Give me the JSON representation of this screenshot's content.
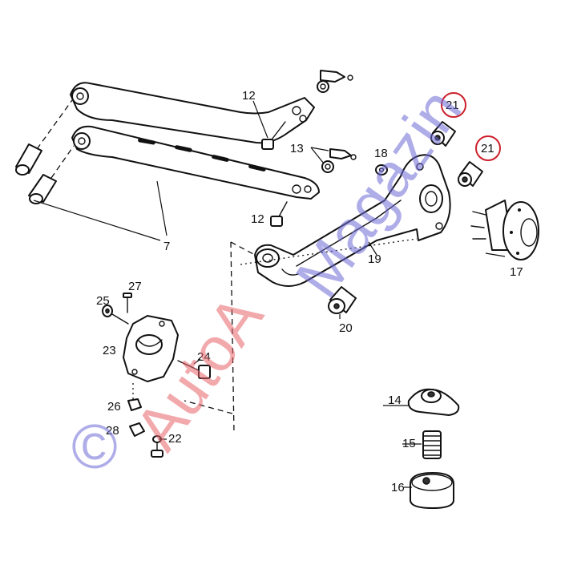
{
  "labels": {
    "l7": "7",
    "l12a": "12",
    "l12b": "12",
    "l13": "13",
    "l14": "14",
    "l15": "15",
    "l16": "16",
    "l17": "17",
    "l18": "18",
    "l19": "19",
    "l20": "20",
    "l21a": "21",
    "l21b": "21",
    "l22": "22",
    "l23": "23",
    "l24": "24",
    "l25": "25",
    "l26": "26",
    "l27": "27",
    "l28": "28"
  },
  "watermark": {
    "copyright": "©",
    "auto": "AutoA",
    "magazin": "Magazin"
  },
  "colors": {
    "highlight_circle": "#cc1f2a",
    "watermark_red": "#e8636a",
    "watermark_blue": "#6f6bd6"
  }
}
